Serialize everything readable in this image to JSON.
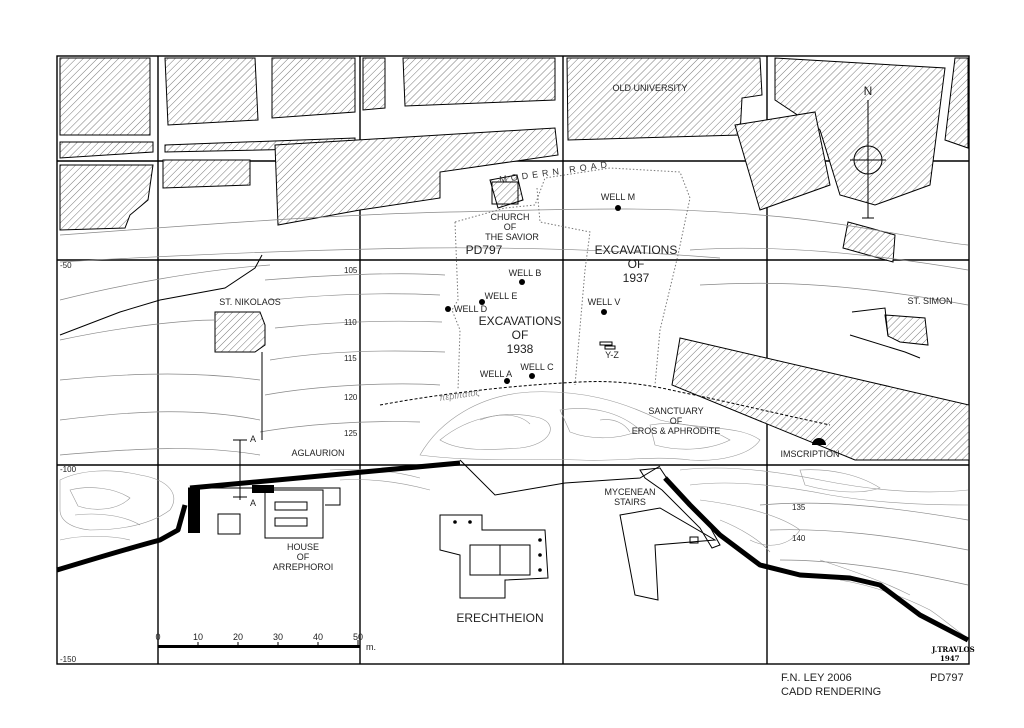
{
  "labels": {
    "old_university": "OLD UNIVERSITY",
    "modern_road": "MODERN ROAD",
    "church_1": "CHURCH",
    "church_2": "OF",
    "church_3": "THE SAVIOR",
    "pd_map": "PD797",
    "well_m": "WELL M",
    "exc1937_1": "EXCAVATIONS",
    "exc1937_2": "OF",
    "exc1937_3": "1937",
    "well_b": "WELL B",
    "well_e": "WELL E",
    "well_d": "WELL D",
    "well_v": "WELL V",
    "exc1938_1": "EXCAVATIONS",
    "exc1938_2": "OF",
    "exc1938_3": "1938",
    "yz": "Y-Z",
    "well_a": "WELL A",
    "well_c": "WELL C",
    "peripatos": "περίπατος",
    "st_nikolaos": "ST. NIKOLAOS",
    "st_simon": "ST. SIMON",
    "sanctuary_1": "SANCTUARY",
    "sanctuary_2": "OF",
    "sanctuary_3": "EROS & APHRODITE",
    "inscription": "IMSCRIPTION",
    "aglaurion": "AGLAURION",
    "section_a1": "A",
    "section_a2": "A",
    "mycenean_1": "MYCENEAN",
    "mycenean_2": "STAIRS",
    "house_1": "HOUSE",
    "house_2": "OF",
    "house_3": "ARREPHOROI",
    "erechtheion": "ERECHTHEION",
    "north": "N"
  },
  "grid_labels": {
    "y50": "-50",
    "y100": "-100",
    "y150": "-150"
  },
  "contours": {
    "c105": "105",
    "c110": "110",
    "c115": "115",
    "c120": "120",
    "c125": "125",
    "c135": "135",
    "c140": "140"
  },
  "scale_bar": {
    "t0": "0",
    "t10": "10",
    "t20": "20",
    "t30": "30",
    "t40": "40",
    "t50": "50",
    "unit": "m."
  },
  "signature": {
    "name": "J.TRAVLOS",
    "year": "1947"
  },
  "footer": {
    "credit": "F.N. LEY 2006",
    "rendering": "CADD RENDERING",
    "plate": "PD797"
  },
  "colors": {
    "ink": "#000000",
    "hatch": "#555555",
    "contour": "#888888"
  }
}
